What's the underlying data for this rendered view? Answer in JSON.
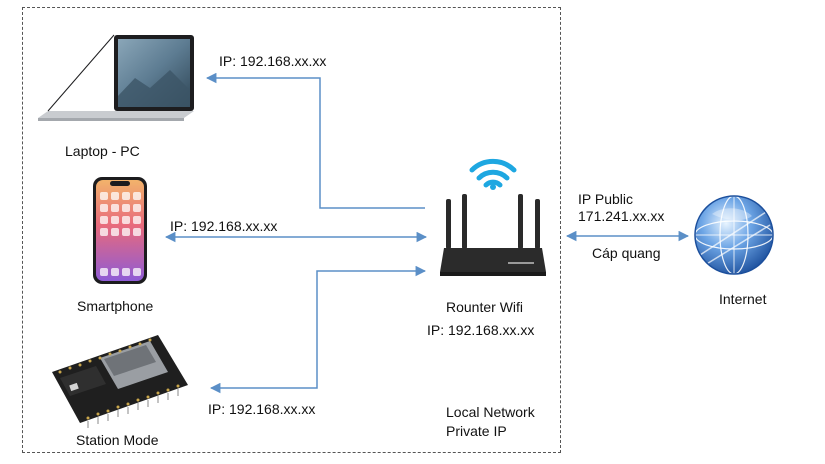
{
  "devices": {
    "laptop": {
      "label": "Laptop - PC",
      "ip": "IP: 192.168.xx.xx"
    },
    "smartphone": {
      "label": "Smartphone",
      "ip": "IP: 192.168.xx.xx"
    },
    "station": {
      "label": "Station Mode",
      "ip": "IP: 192.168.xx.xx"
    }
  },
  "router": {
    "label": "Rounter Wifi",
    "ip": "IP: 192.168.xx.xx"
  },
  "internet": {
    "label": "Internet",
    "public_ip_title": "IP Public",
    "public_ip": "171.241.xx.xx",
    "link_label": "Cáp quang"
  },
  "network": {
    "line1": "Local Network",
    "line2": "Private IP"
  },
  "colors": {
    "arrow": "#5b8fc7",
    "wifi": "#1ea7e1",
    "router": "#2a2a2a",
    "globe": "#2f6fc4"
  }
}
